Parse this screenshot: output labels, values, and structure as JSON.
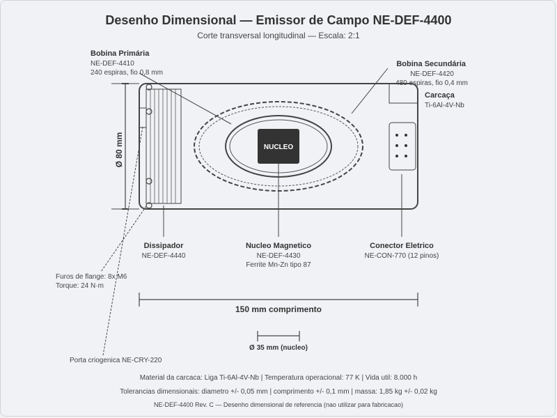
{
  "title": "Desenho Dimensional — Emissor de Campo NE-DEF-4400",
  "subtitle": "Corte transversal longitudinal — Escala: 2:1",
  "bobina_primaria": {
    "label": "Bobina Primária",
    "part": "NE-DEF-4410",
    "spec": "240 espiras, fio 0,8 mm"
  },
  "bobina_secundaria": {
    "label": "Bobina Secundária",
    "part": "NE-DEF-4420",
    "spec": "480 espiras, fio 0,4 mm"
  },
  "carcaca": {
    "label": "Carcaça",
    "spec": "Ti-6Al-4V-Nb"
  },
  "nucleo_text": "NUCLEO",
  "dissipador": {
    "label": "Dissipador",
    "part": "NE-DEF-4440"
  },
  "nucleo_magnetico": {
    "label": "Nucleo Magnetico",
    "part": "NE-DEF-4430",
    "spec": "Ferrite Mn-Zn tipo 87"
  },
  "conector": {
    "label": "Conector Eletrico",
    "part": "NE-CON-770 (12 pinos)"
  },
  "flange": {
    "line1": "Furos de flange: 8x M6",
    "line2": "Torque: 24 N·m"
  },
  "porta": "Porta criogenica NE-CRY-220",
  "dim_diameter": "Ø 80 mm",
  "dim_length": "150 mm comprimento",
  "dim_core": "Ø 35 mm (nucleo)",
  "footer": {
    "line1": "Material da carcaca: Liga Ti-6Al-4V-Nb | Temperatura operacional: 77 K | Vida util: 8.000 h",
    "line2": "Tolerancias dimensionais: diametro +/- 0,05 mm | comprimento +/- 0,1 mm | massa: 1,85 kg +/- 0,02 kg",
    "line3": "NE-DEF-4400 Rev. C — Desenho dimensional de referencia (nao utilizar para fabricacao)"
  },
  "colors": {
    "background": "#f0f2f5",
    "line": "#444444",
    "core": "#333333",
    "core_text": "#ffffff"
  }
}
